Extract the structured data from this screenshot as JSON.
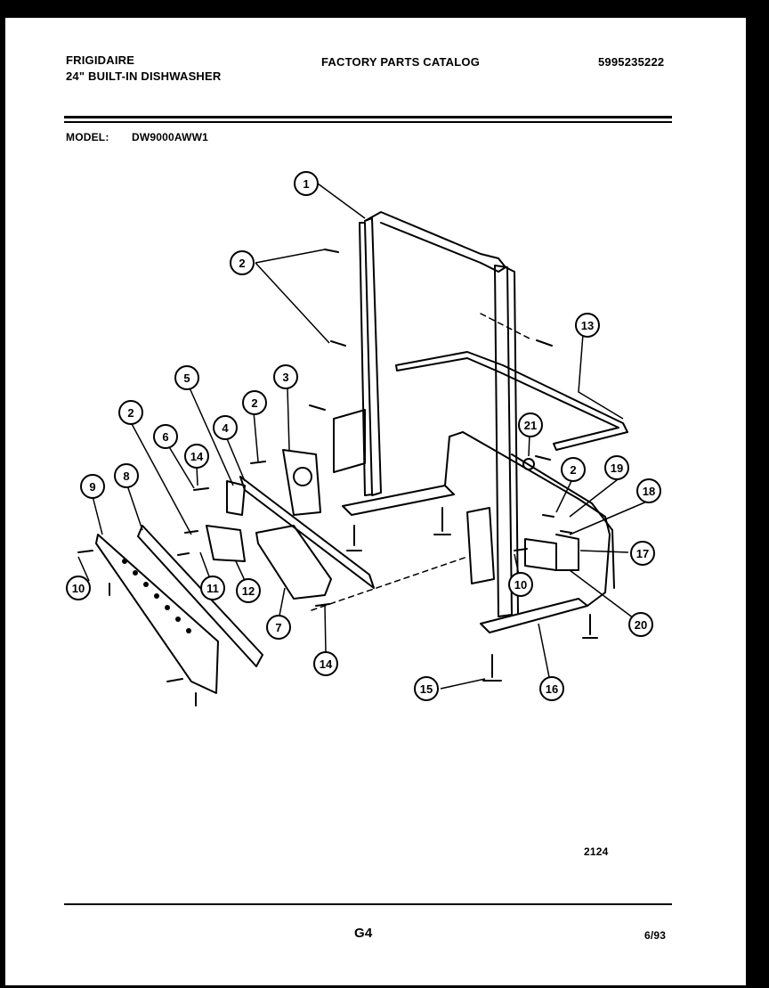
{
  "header": {
    "brand": "FRIGIDAIRE",
    "product": "24\" BUILT-IN DISHWASHER",
    "catalog_title": "FACTORY PARTS CATALOG",
    "catalog_number": "5995235222",
    "model_label": "MODEL:",
    "model_number": "DW9000AWW1"
  },
  "callouts": [
    "1",
    "2",
    "3",
    "2",
    "5",
    "4",
    "2",
    "6",
    "14",
    "8",
    "9",
    "2",
    "10",
    "11",
    "12",
    "7",
    "14",
    "13",
    "21",
    "19",
    "18",
    "17",
    "10",
    "20",
    "16",
    "15"
  ],
  "footer": {
    "drawing_number": "2124",
    "page_code": "G4",
    "date": "6/93"
  }
}
